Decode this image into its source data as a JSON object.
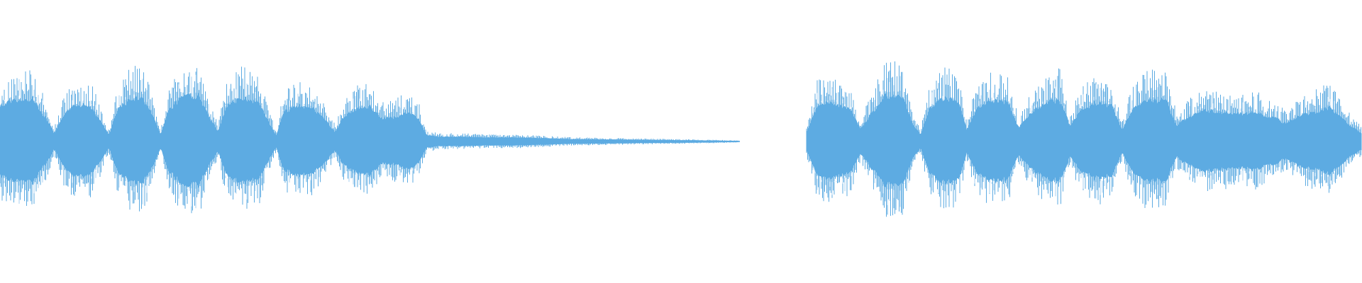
{
  "waveform": {
    "color": "#5dabe2",
    "highlight_color": "#a9d1f0",
    "background": "#ffffff",
    "segments": [
      {
        "name": "audio-clip-1",
        "envelope": [
          [
            0.0,
            0.44
          ],
          [
            0.012,
            0.52
          ],
          [
            0.024,
            0.52
          ],
          [
            0.034,
            0.28
          ],
          [
            0.04,
            0.1
          ],
          [
            0.046,
            0.32
          ],
          [
            0.055,
            0.44
          ],
          [
            0.066,
            0.44
          ],
          [
            0.074,
            0.25
          ],
          [
            0.08,
            0.08
          ],
          [
            0.086,
            0.38
          ],
          [
            0.095,
            0.52
          ],
          [
            0.104,
            0.56
          ],
          [
            0.113,
            0.3
          ],
          [
            0.118,
            0.08
          ],
          [
            0.124,
            0.4
          ],
          [
            0.134,
            0.54
          ],
          [
            0.146,
            0.56
          ],
          [
            0.154,
            0.3
          ],
          [
            0.16,
            0.12
          ],
          [
            0.166,
            0.42
          ],
          [
            0.178,
            0.54
          ],
          [
            0.19,
            0.48
          ],
          [
            0.198,
            0.22
          ],
          [
            0.203,
            0.07
          ],
          [
            0.208,
            0.36
          ],
          [
            0.218,
            0.44
          ],
          [
            0.23,
            0.4
          ],
          [
            0.24,
            0.24
          ],
          [
            0.246,
            0.12
          ],
          [
            0.252,
            0.3
          ],
          [
            0.262,
            0.4
          ],
          [
            0.272,
            0.42
          ],
          [
            0.28,
            0.28
          ],
          [
            0.29,
            0.3
          ],
          [
            0.3,
            0.36
          ],
          [
            0.308,
            0.26
          ],
          [
            0.313,
            0.08
          ],
          [
            0.322,
            0.06
          ],
          [
            0.34,
            0.06
          ],
          [
            0.36,
            0.05
          ],
          [
            0.38,
            0.05
          ],
          [
            0.4,
            0.04
          ],
          [
            0.42,
            0.03
          ],
          [
            0.45,
            0.025
          ],
          [
            0.48,
            0.02
          ],
          [
            0.51,
            0.015
          ],
          [
            0.543,
            0.008
          ]
        ]
      },
      {
        "name": "audio-clip-2",
        "envelope": [
          [
            0.592,
            0.1
          ],
          [
            0.6,
            0.44
          ],
          [
            0.612,
            0.48
          ],
          [
            0.624,
            0.4
          ],
          [
            0.632,
            0.16
          ],
          [
            0.638,
            0.3
          ],
          [
            0.65,
            0.56
          ],
          [
            0.662,
            0.58
          ],
          [
            0.67,
            0.22
          ],
          [
            0.676,
            0.08
          ],
          [
            0.682,
            0.4
          ],
          [
            0.694,
            0.54
          ],
          [
            0.704,
            0.46
          ],
          [
            0.71,
            0.14
          ],
          [
            0.716,
            0.38
          ],
          [
            0.728,
            0.5
          ],
          [
            0.74,
            0.48
          ],
          [
            0.748,
            0.16
          ],
          [
            0.754,
            0.3
          ],
          [
            0.766,
            0.46
          ],
          [
            0.778,
            0.52
          ],
          [
            0.786,
            0.18
          ],
          [
            0.792,
            0.36
          ],
          [
            0.804,
            0.48
          ],
          [
            0.816,
            0.44
          ],
          [
            0.824,
            0.14
          ],
          [
            0.83,
            0.36
          ],
          [
            0.842,
            0.52
          ],
          [
            0.856,
            0.5
          ],
          [
            0.864,
            0.2
          ],
          [
            0.872,
            0.3
          ],
          [
            0.884,
            0.38
          ],
          [
            0.898,
            0.36
          ],
          [
            0.91,
            0.34
          ],
          [
            0.922,
            0.36
          ],
          [
            0.934,
            0.3
          ],
          [
            0.944,
            0.22
          ],
          [
            0.952,
            0.3
          ],
          [
            0.964,
            0.36
          ],
          [
            0.976,
            0.42
          ],
          [
            0.988,
            0.24
          ],
          [
            1.0,
            0.1
          ]
        ]
      }
    ]
  }
}
